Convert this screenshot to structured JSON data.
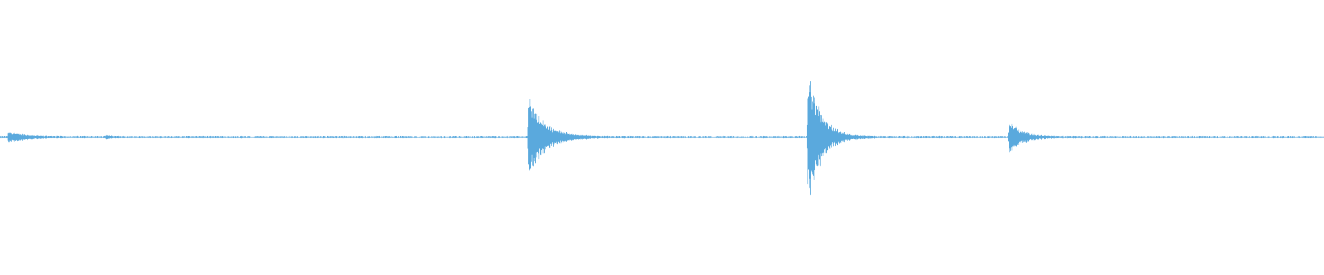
{
  "waveform": {
    "color": "#5aa9dd",
    "background": "#ffffff",
    "duration": 1.0,
    "baseline_noise": 0.008,
    "events": [
      {
        "time": 0.006,
        "peak": 0.06,
        "decay": 0.012
      },
      {
        "time": 0.08,
        "peak": 0.015,
        "decay": 0.004
      },
      {
        "time": 0.399,
        "peak": 0.44,
        "decay": 0.012
      },
      {
        "time": 0.61,
        "peak": 0.68,
        "decay": 0.01
      },
      {
        "time": 0.762,
        "peak": 0.16,
        "decay": 0.01
      }
    ]
  }
}
